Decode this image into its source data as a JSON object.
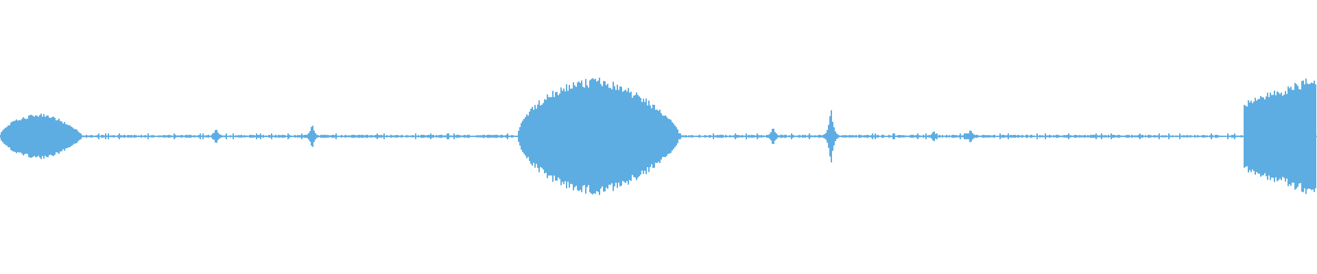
{
  "waveform": {
    "color": "#5dade2",
    "background": "#ffffff",
    "segments": [
      {
        "kind": "burst",
        "shape": "hump",
        "start": 0.0,
        "end": 0.062,
        "peak": 0.34
      },
      {
        "kind": "burst",
        "shape": "hump",
        "start": 0.393,
        "end": 0.516,
        "peak": 0.88
      },
      {
        "kind": "burst",
        "shape": "ramp",
        "start": 0.944,
        "end": 1.0,
        "peak": 0.93
      }
    ],
    "transients": [
      {
        "at": 0.164,
        "peak": 0.14
      },
      {
        "at": 0.237,
        "peak": 0.21
      },
      {
        "at": 0.587,
        "peak": 0.16
      },
      {
        "at": 0.631,
        "peak": 0.49
      },
      {
        "at": 0.709,
        "peak": 0.09
      },
      {
        "at": 0.737,
        "peak": 0.12
      }
    ],
    "noise_floor": 0.02
  }
}
